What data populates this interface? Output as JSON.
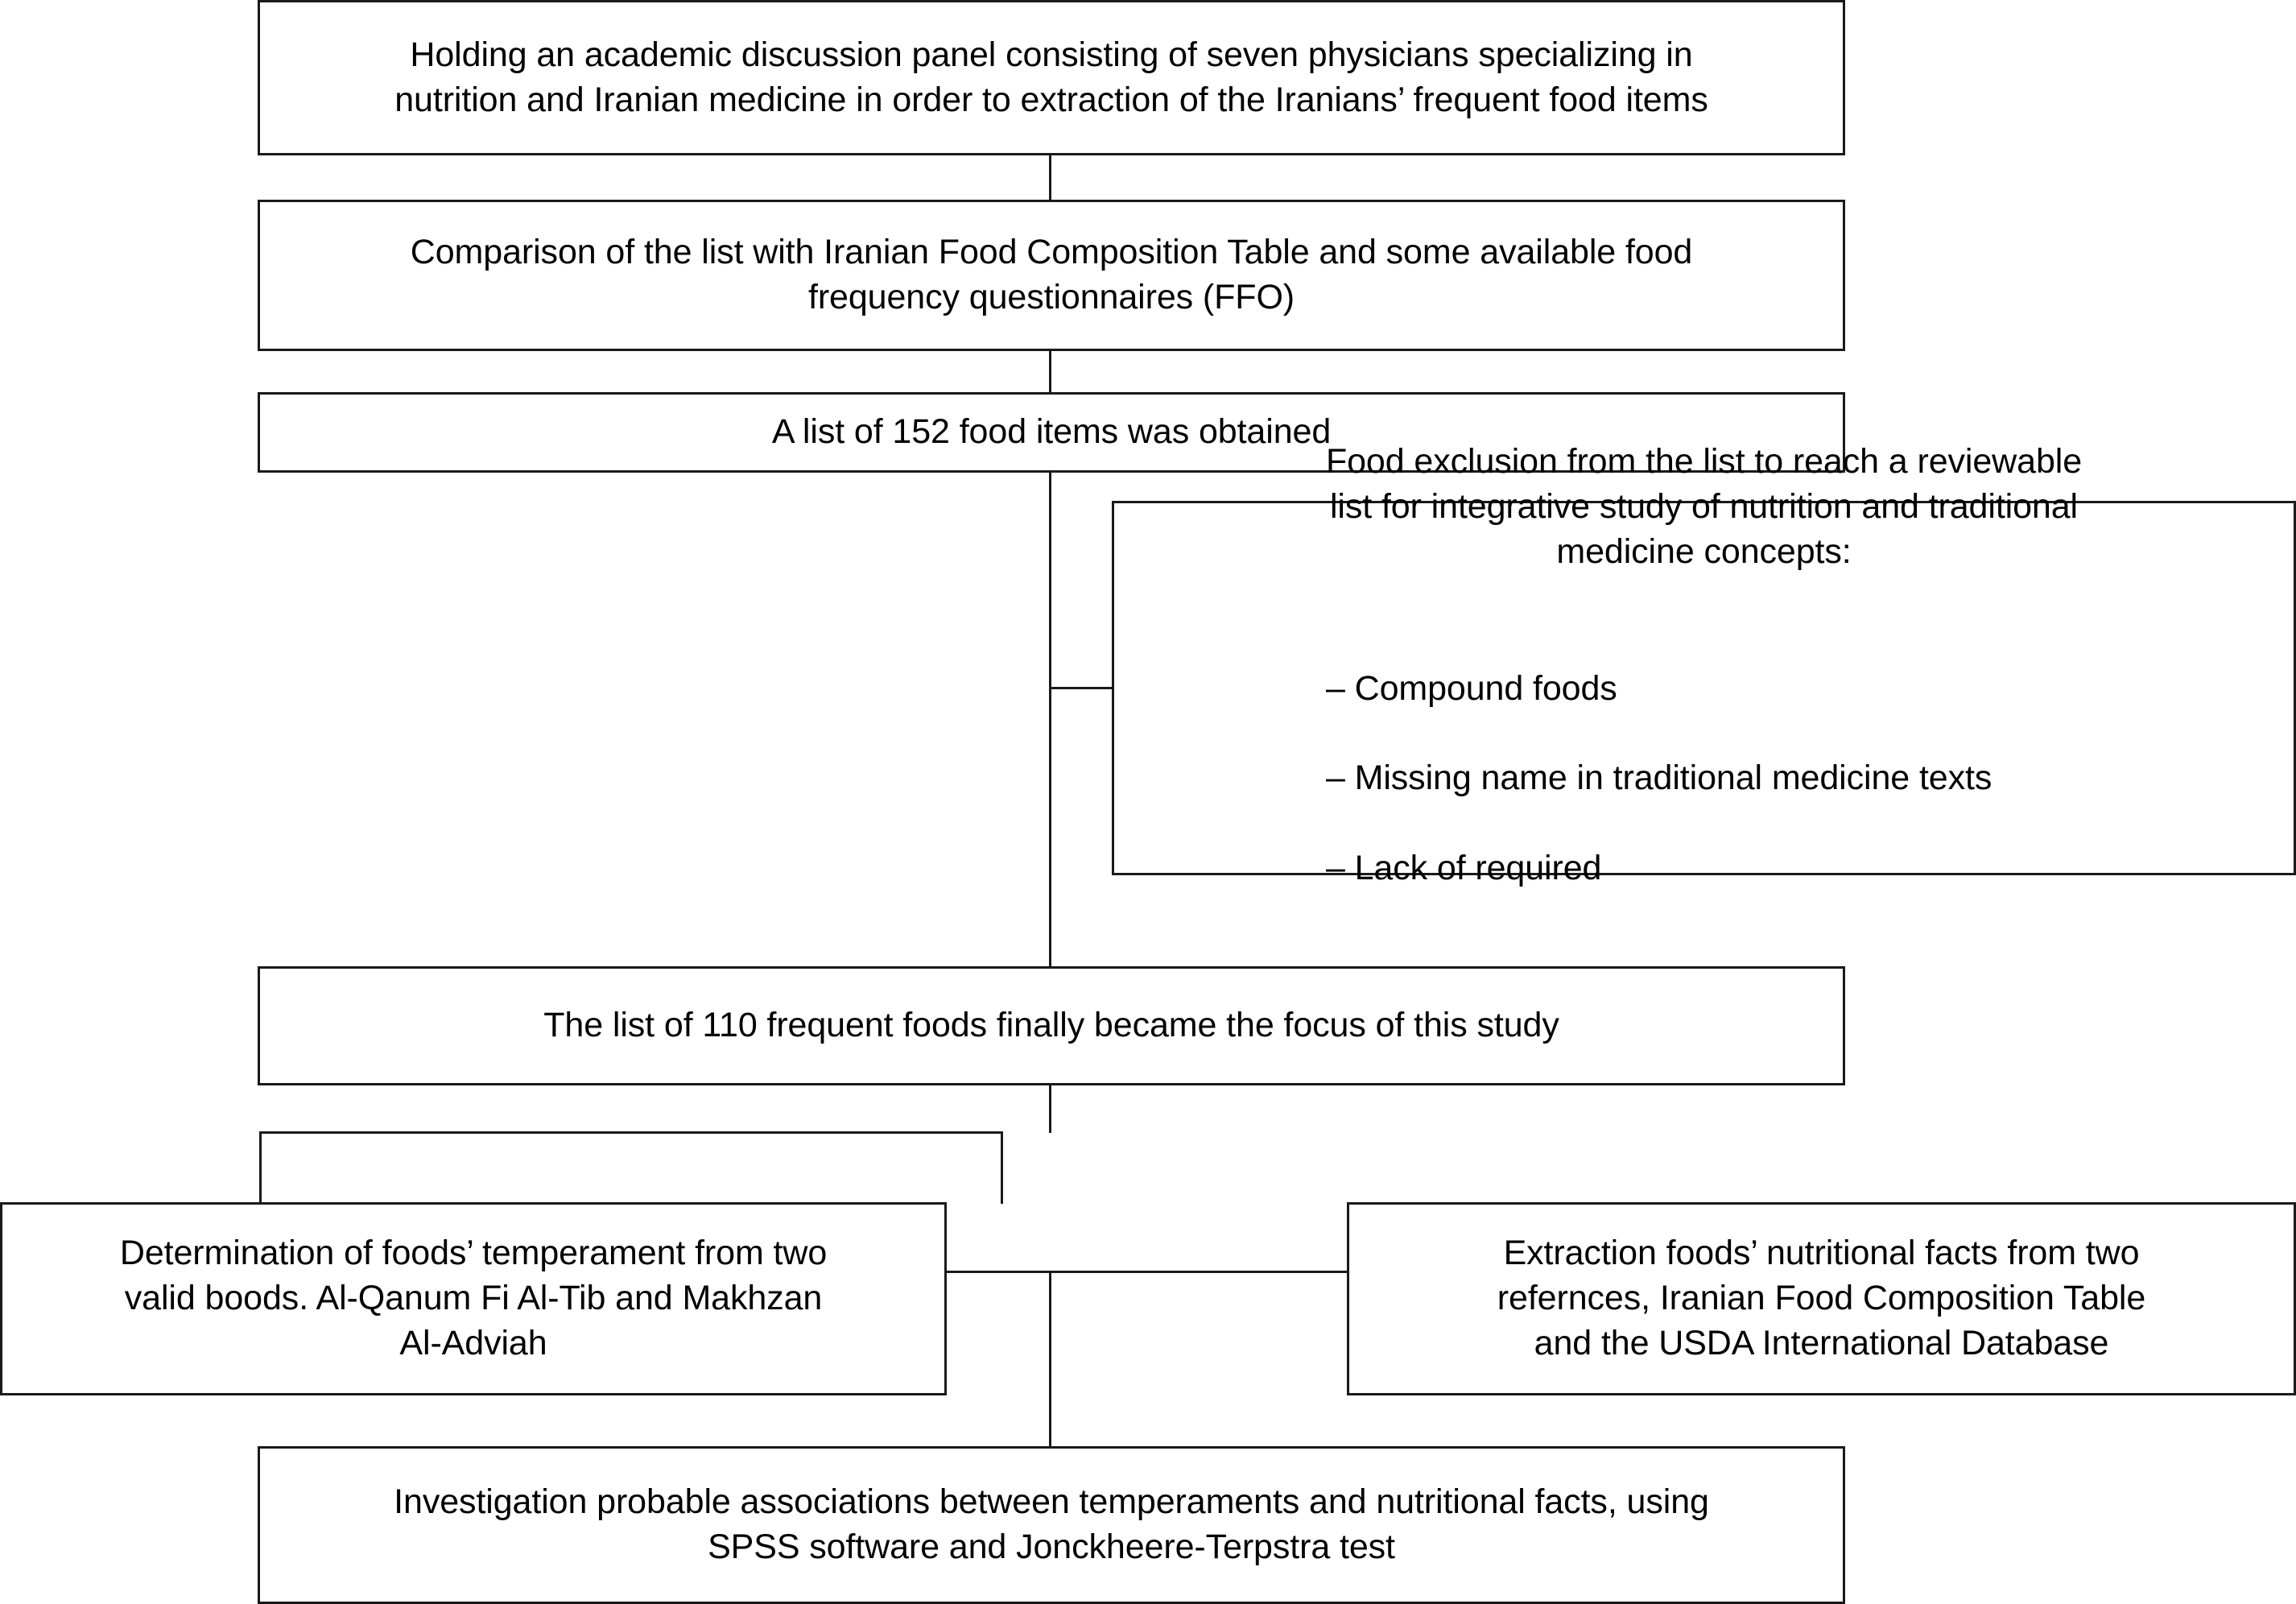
{
  "diagram": {
    "type": "flowchart",
    "orientation": "top-to-bottom",
    "line_color": "#1a1a1a",
    "box_fill": "#ffffff",
    "nodes": [
      {
        "id": "panel",
        "text": "Holding an academic discussion panel consisting of seven physicians specializing in\nnutrition and Iranian medicine in order to extraction of the Iranians’ frequent food items"
      },
      {
        "id": "comparison",
        "text": "Comparison of the list with Iranian Food Composition Table and some available food\nfrequency questionnaires (FFO)"
      },
      {
        "id": "list152",
        "text": "A list of 152 food items was obtained"
      },
      {
        "id": "exclusion",
        "heading": "Food exclusion from the list to reach a reviewable\nlist for integrative study of nutrition and traditional\nmedicine concepts:",
        "items": [
          "– Compound foods",
          "– Missing name in traditional medicine texts",
          "– Lack of required"
        ]
      },
      {
        "id": "list110",
        "text": "The list of 110 frequent foods finally became the focus of this study"
      },
      {
        "id": "temperament",
        "text": "Determination of foods’ temperament from two\nvalid boods. Al-Qanum Fi Al-Tib and Makhzan\nAl-Adviah"
      },
      {
        "id": "nutrition-facts",
        "text": "Extraction foods’ nutritional facts from two\nrefernces, Iranian Food Composition Table\nand the USDA International Database"
      },
      {
        "id": "investigation",
        "text": "Investigation probable associations between temperaments and nutritional facts, using\nSPSS software and Jonckheere-Terpstra test"
      }
    ]
  }
}
